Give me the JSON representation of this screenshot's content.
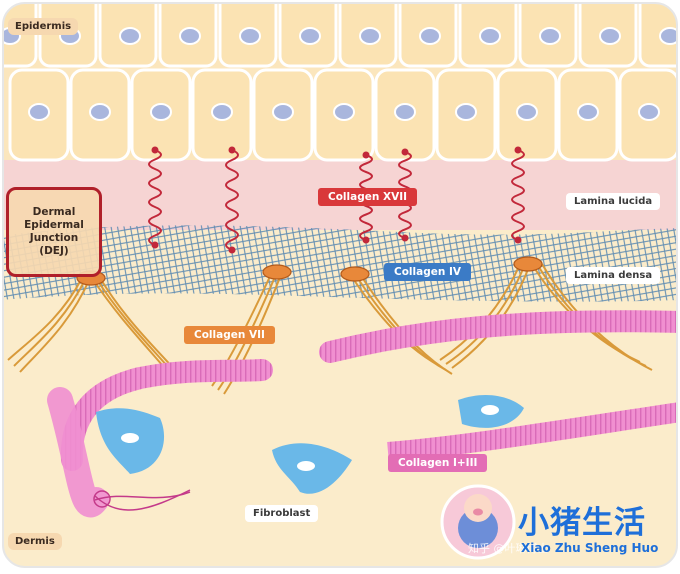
{
  "labels": {
    "epidermis": "Epidermis",
    "dermis": "Dermis",
    "lamina_lucida": "Lamina lucida",
    "lamina_densa": "Lamina densa",
    "collagen_xvii": "Collagen XVII",
    "collagen_iv": "Collagen IV",
    "collagen_vii": "Collagen VII",
    "collagen_i_iii": "Collagen I+III",
    "fibroblast": "Fibroblast",
    "dej": "Dermal\nEpidermal\nJunction\n(DEJ)"
  },
  "logo": {
    "title": "小猪生活",
    "subtitle": "Xiao Zhu Sheng Huo",
    "watermark": "知乎 @叶琳博士"
  },
  "colors": {
    "epidermis_cell": "#fbe3b3",
    "nucleus": "#a9b6dd",
    "lamina_lucida": "#f5d3d3",
    "lamina_densa_mesh": "#4a7fae",
    "dermis": "#fbeccb",
    "collagen_xvii": "#c2283a",
    "collagen_iv": "#3b7bc6",
    "collagen_vii": "#d99a3a",
    "collagen_i_iii": "#e88bd0",
    "fibroblast": "#6ab8e8",
    "dej_border": "#b0202a",
    "logo": "#1e6fd9"
  }
}
